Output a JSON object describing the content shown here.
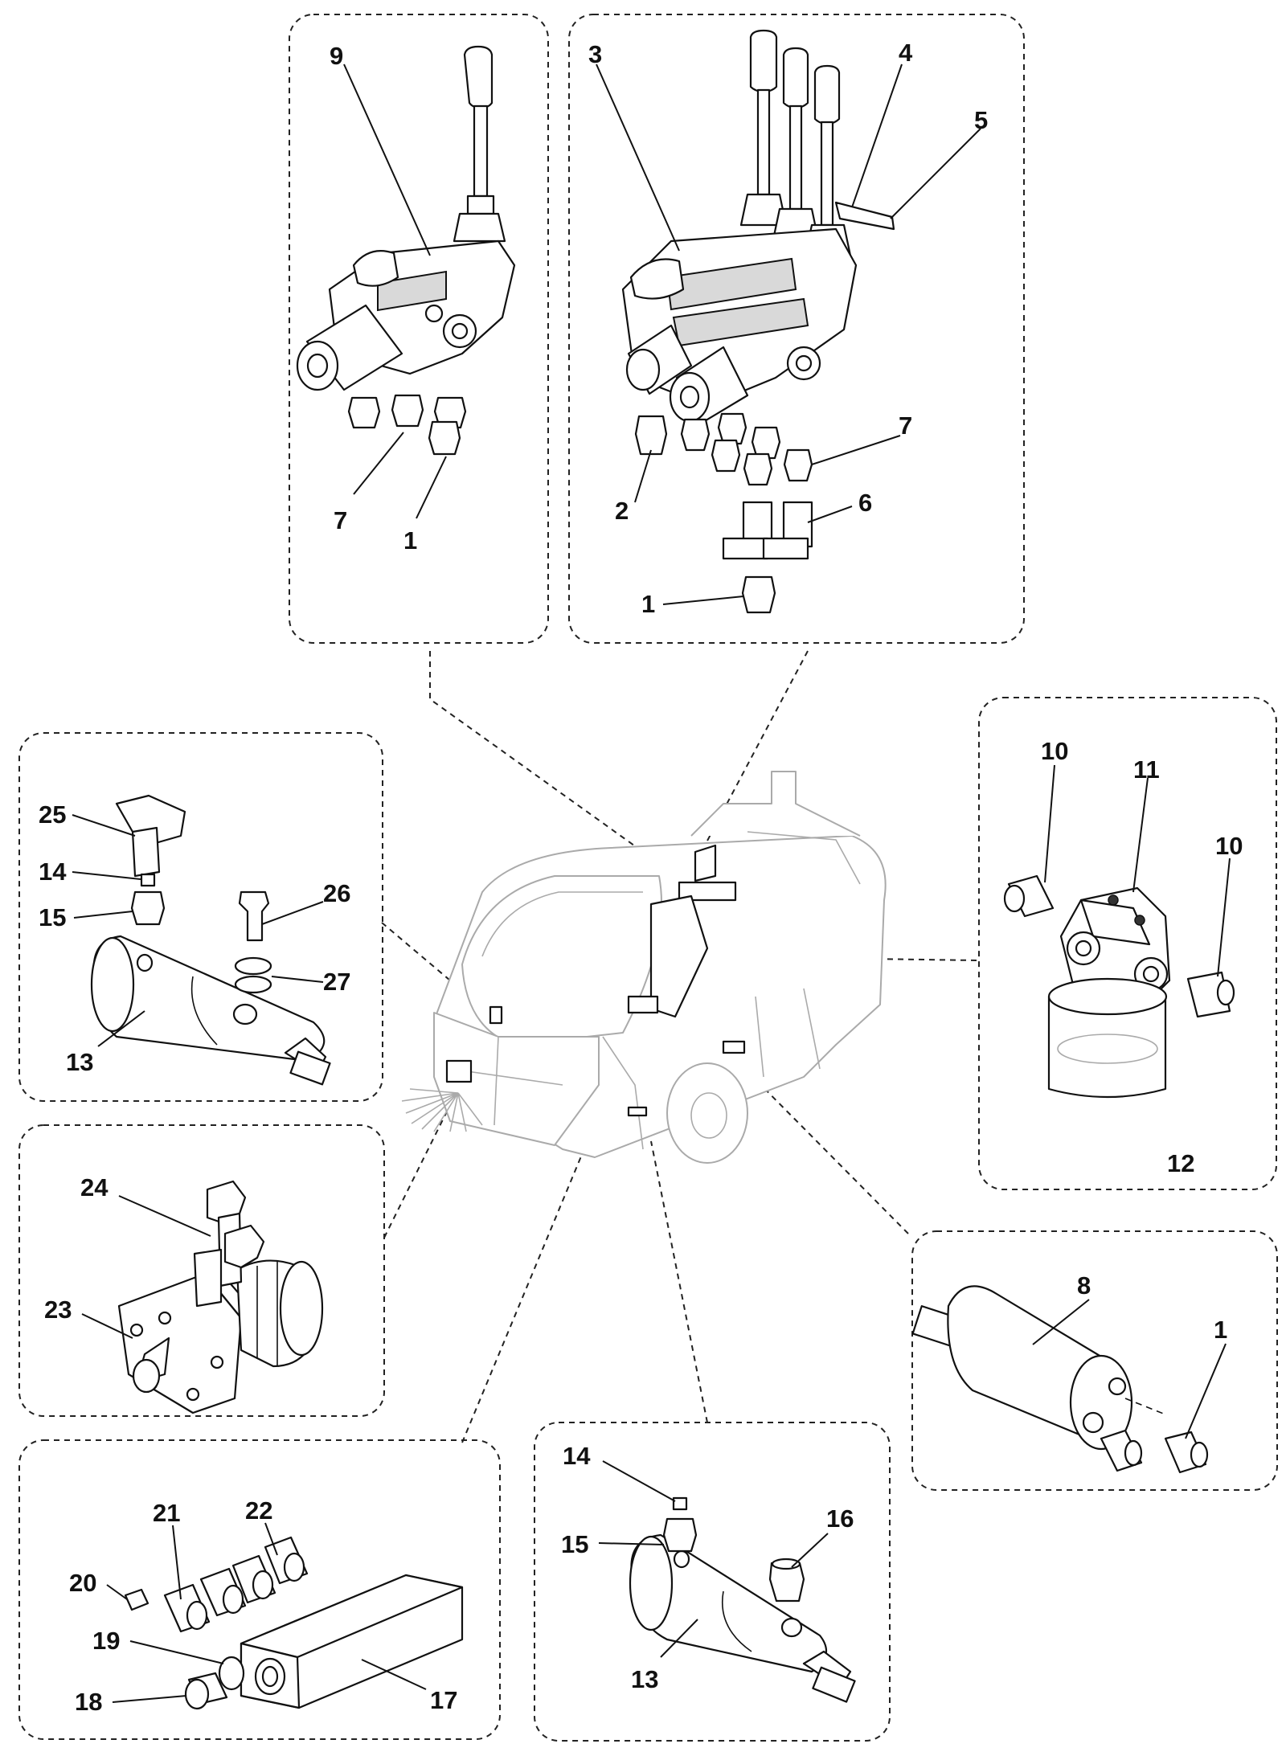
{
  "callouts": {
    "p1_9": "9",
    "p1_7": "7",
    "p1_1": "1",
    "p2_3": "3",
    "p2_4": "4",
    "p2_5": "5",
    "p2_7": "7",
    "p2_2": "2",
    "p2_6": "6",
    "p2_1": "1",
    "p3_10a": "10",
    "p3_11": "11",
    "p3_10b": "10",
    "p3_12": "12",
    "p4_25": "25",
    "p4_14": "14",
    "p4_15": "15",
    "p4_26": "26",
    "p4_27": "27",
    "p4_13": "13",
    "p5_24": "24",
    "p5_23": "23",
    "p6_8": "8",
    "p6_1": "1",
    "p7_22": "22",
    "p7_21": "21",
    "p7_20": "20",
    "p7_19": "19",
    "p7_18": "18",
    "p7_17": "17",
    "p8_14": "14",
    "p8_15": "15",
    "p8_16": "16",
    "p8_13": "13"
  },
  "icons": {
    "machine": "sweeper-machine-icon",
    "valve_single": "hydraulic-valve-single-icon",
    "valve_triple": "hydraulic-valve-triple-icon",
    "filter": "oil-filter-icon",
    "cylinder": "hydraulic-cylinder-icon",
    "motor": "hydraulic-motor-icon",
    "cooler": "cooler-icon",
    "block": "distribution-block-icon",
    "fitting": "fitting-icon"
  }
}
